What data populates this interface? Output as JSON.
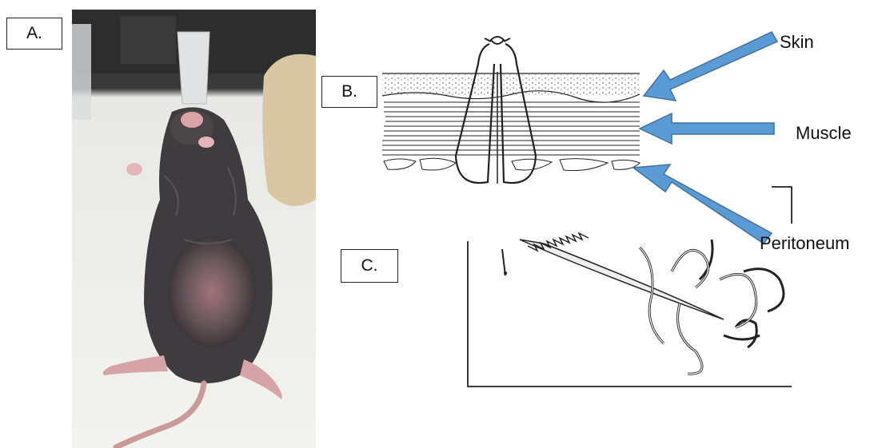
{
  "panels": {
    "a": {
      "label": "A."
    },
    "b": {
      "label": "B."
    },
    "c": {
      "label": "C."
    }
  },
  "annotations": {
    "skin": "Skin",
    "muscle": "Muscle",
    "peritoneum": "Peritoneum"
  },
  "colors": {
    "arrow": "#5b9bd5",
    "arrow_edge": "#41719c"
  }
}
